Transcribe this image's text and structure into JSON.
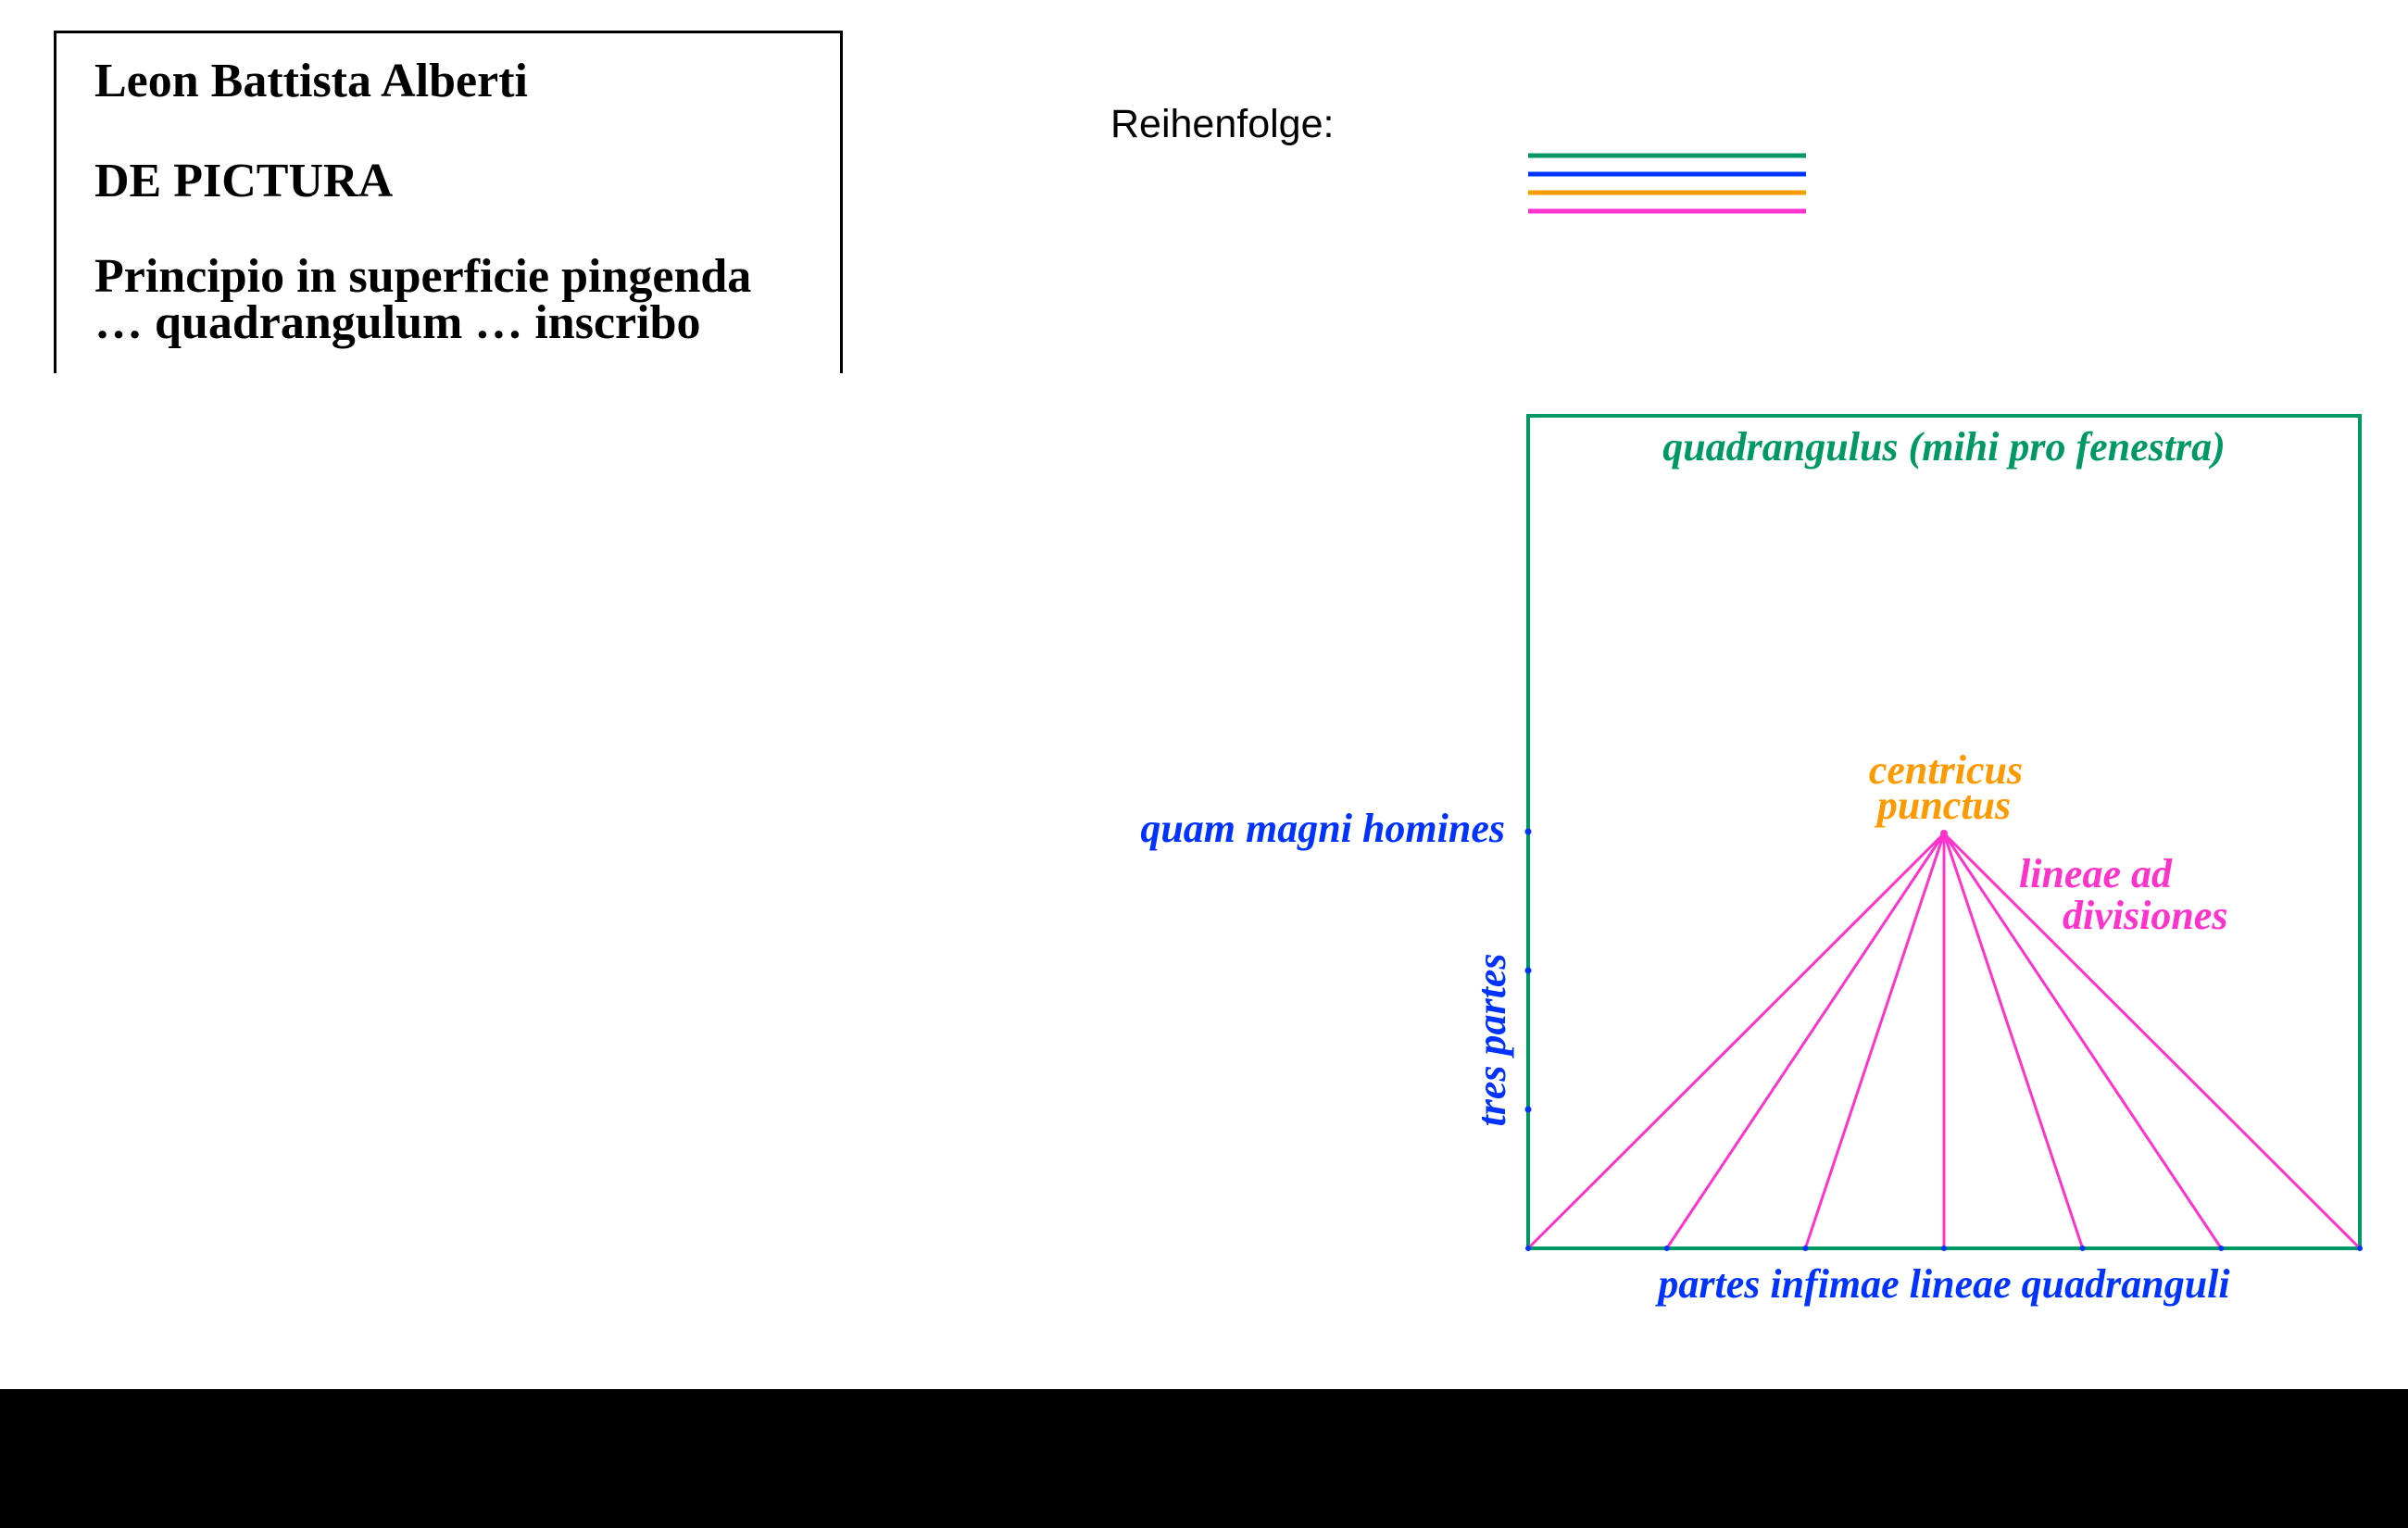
{
  "title_box": {
    "author": "Leon Battista Alberti",
    "work": "DE PICTURA",
    "quote_line1": "Principio in superficie pingenda",
    "quote_line2": "… quadrangulum … inscribo"
  },
  "legend": {
    "label": "Reihenfolge:",
    "order_colors": [
      "#009966",
      "#0033FF",
      "#FF9900",
      "#FF33CC"
    ]
  },
  "diagram": {
    "colors": {
      "frame": "#009966",
      "parts": "#0033FF",
      "center": "#FF9900",
      "lines": "#FF33CC"
    },
    "frame_label": "quadrangulus (mihi pro fenestra)",
    "center_label_1": "centricus",
    "center_label_2": "punctus",
    "lines_label_1": "lineae ad",
    "lines_label_2": "divisiones",
    "height_label": "quam magni homines",
    "thirds_label": "tres partes",
    "bottom_label": "partes infimae lineae quadranguli",
    "bottom_divisions": 6,
    "height_divisions": 3,
    "center_height_fraction": 0.333
  }
}
